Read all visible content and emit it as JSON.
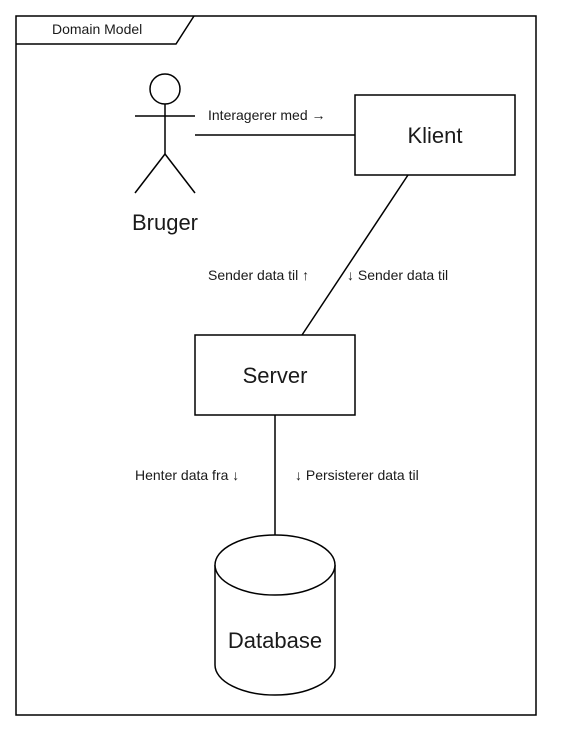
{
  "frame": {
    "title": "Domain Model"
  },
  "actor": {
    "label": "Bruger"
  },
  "nodes": {
    "klient": "Klient",
    "server": "Server",
    "database": "Database"
  },
  "edges": {
    "actor_klient": "Interagerer med →",
    "klient_server_up": "Sender data til ↑",
    "klient_server_down": "↓ Sender data til",
    "server_db_left": "Henter data fra ↓",
    "server_db_right": "↓ Persisterer data til"
  },
  "colors": {
    "stroke": "#000000",
    "text": "#1a1a1a",
    "fill": "#ffffff"
  }
}
